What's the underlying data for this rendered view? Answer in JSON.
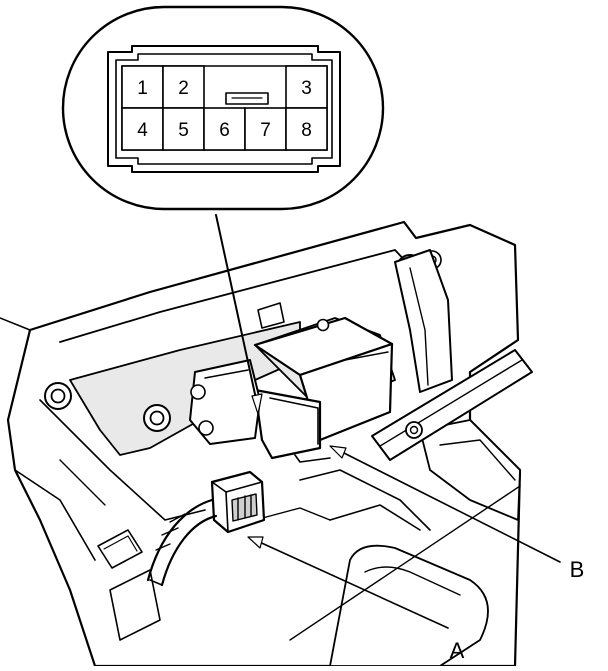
{
  "connector": {
    "pins": [
      {
        "label": "1",
        "row": 0,
        "col": 0
      },
      {
        "label": "2",
        "row": 0,
        "col": 1
      },
      {
        "label": "3",
        "row": 0,
        "col": 4
      },
      {
        "label": "4",
        "row": 1,
        "col": 0
      },
      {
        "label": "5",
        "row": 1,
        "col": 1
      },
      {
        "label": "6",
        "row": 1,
        "col": 2
      },
      {
        "label": "7",
        "row": 1,
        "col": 3
      },
      {
        "label": "8",
        "row": 1,
        "col": 4
      }
    ]
  },
  "callouts": {
    "a": "A",
    "b": "B"
  }
}
